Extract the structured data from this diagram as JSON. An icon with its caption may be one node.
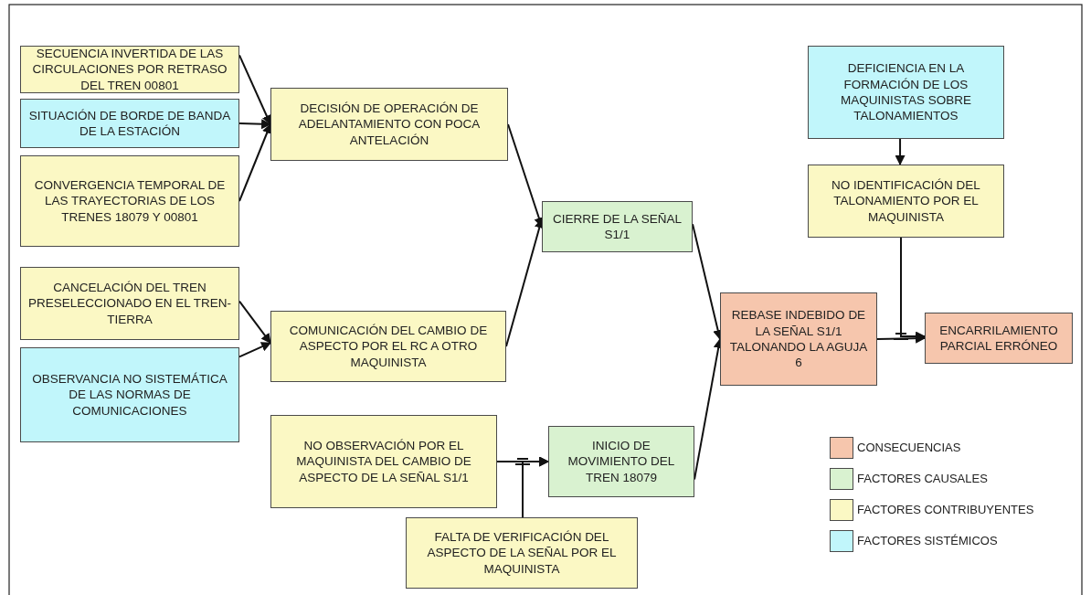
{
  "diagram": {
    "nodes": [
      {
        "text": [
          "SECUENCIA INVERTIDA DE LAS CIRCULACIONES POR RETRASO DEL TREN 00801"
        ]
      },
      {
        "text": [
          "SITUACIÓN DE BORDE DE BANDA DE LA ESTACIÓN"
        ]
      },
      {
        "text": [
          "CONVERGENCIA TEMPORAL DE LAS TRAYECTORIAS DE LOS TRENES 18079 Y 00801"
        ]
      },
      {
        "text": [
          "DECISIÓN DE OPERACIÓN DE ADELANTAMIENTO CON POCA ANTELACIÓN"
        ]
      },
      {
        "text": [
          "DEFICIENCIA EN LA FORMACIÓN DE LOS MAQUINISTAS SOBRE TALONAMIENTOS"
        ]
      },
      {
        "text": [
          "NO IDENTIFICACIÓN DEL TALONAMIENTO POR EL MAQUINISTA"
        ]
      },
      {
        "text": [
          "CIERRE DE LA SEÑAL S1/1"
        ]
      },
      {
        "text": [
          "CANCELACIÓN DEL TREN PRESELECCIONADO EN EL TREN-TIERRA"
        ]
      },
      {
        "text": [
          "OBSERVANCIA NO SISTEMÁTICA DE LAS NORMAS DE COMUNICACIONES"
        ]
      },
      {
        "text": [
          "COMUNICACIÓN DEL CAMBIO DE ASPECTO POR EL RC A OTRO MAQUINISTA"
        ]
      },
      {
        "text": [
          "REBASE INDEBIDO DE LA SEÑAL S1/1 TALONANDO LA AGUJA 6"
        ]
      },
      {
        "text": [
          "ENCARRILAMIENTO PARCIAL ERRÓNEO"
        ]
      },
      {
        "text": [
          "NO OBSERVACIÓN POR EL MAQUINISTA DEL CAMBIO DE ASPECTO DE LA SEÑAL S1/1"
        ]
      },
      {
        "text": [
          "INICIO DE MOVIMIENTO DEL TREN 18079"
        ]
      },
      {
        "text": [
          "FALTA DE VERIFICACIÓN DEL ASPECTO DE LA SEÑAL POR EL MAQUINISTA"
        ]
      }
    ],
    "edges": [
      {
        "from": 0,
        "to": 3,
        "arrow": "to"
      },
      {
        "from": 1,
        "to": 3,
        "arrow": "to"
      },
      {
        "from": 2,
        "to": 3,
        "arrow": "to"
      },
      {
        "from": 3,
        "to": 6,
        "arrow": "to"
      },
      {
        "from": 7,
        "to": 9,
        "arrow": "to"
      },
      {
        "from": 8,
        "to": 9,
        "arrow": "to"
      },
      {
        "from": 9,
        "to": 6,
        "arrow": "to"
      },
      {
        "from": 6,
        "to": 10,
        "arrow": "to"
      },
      {
        "from": 13,
        "to": 10,
        "arrow": "to"
      },
      {
        "from": 10,
        "to": 11,
        "arrow": "to"
      },
      {
        "from": 4,
        "to": 5,
        "arrow": "to"
      },
      {
        "from": 5,
        "to": 11,
        "arrow": "to"
      },
      {
        "from": 12,
        "to": 13,
        "arrow": "to"
      },
      {
        "from": 14,
        "to": 13,
        "arrow": "to"
      }
    ],
    "legend": [
      {
        "text": "CONSECUENCIAS",
        "color": "#f6c6ad"
      },
      {
        "text": "FACTORES CAUSALES",
        "color": "#d9f2d0"
      },
      {
        "text": "FACTORES CONTRIBUYENTES",
        "color": "#fbf8c4"
      },
      {
        "text": "FACTORES SISTÉMICOS",
        "color": "#c1f6fb"
      }
    ]
  }
}
